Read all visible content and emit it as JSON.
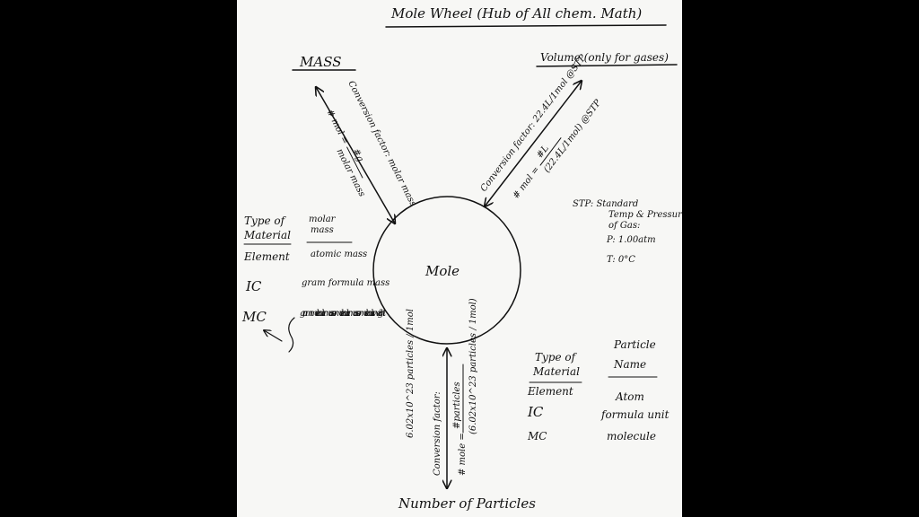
{
  "title": "Mole Wheel (Hub of All chem. Math)",
  "hub": {
    "label": "Mole"
  },
  "nodes": {
    "mass": "MASS",
    "volume": "Volume (only for gases)",
    "particles": "Number of Particles"
  },
  "mass_arm": {
    "factor_label": "Conversion factor: molar mass",
    "formula_left": "# mol =",
    "formula_num": "#g",
    "formula_den": "molar mass"
  },
  "volume_arm": {
    "factor_label": "Conversion factor: 22.4L/1mol @STP",
    "formula_left": "# mol =",
    "formula_num": "#L",
    "formula_den": "(22.4L/1mol) @STP"
  },
  "particles_arm": {
    "factor_left": "6.02x10^23 particles / 1mol",
    "factor_label": "Conversion factor:",
    "formula_left": "# mole =",
    "formula_num": "#particles",
    "formula_den": "(6.02x10^23 particles / 1mol)"
  },
  "stp_note": {
    "line1": "STP: Standard",
    "line2": "Temp & Pressure",
    "line3": "of Gas:",
    "line4": "P: 1.00atm",
    "line5": "T: 0°C"
  },
  "mass_table": {
    "header_left_1": "Type of",
    "header_left_2": "Material",
    "header_right_1": "molar",
    "header_right_2": "mass",
    "rows": [
      {
        "type": "Element",
        "name": "atomic mass"
      },
      {
        "type": "IC",
        "name": "gram formula mass"
      },
      {
        "type": "MC",
        "name": "gram molecular mass or molecular mass or molecular weight"
      }
    ]
  },
  "particle_table": {
    "header_left_1": "Type of",
    "header_left_2": "Material",
    "header_right_1": "Particle",
    "header_right_2": "Name",
    "rows": [
      {
        "type": "Element",
        "name": "Atom"
      },
      {
        "type": "IC",
        "name": "formula unit"
      },
      {
        "type": "MC",
        "name": "molecule"
      }
    ]
  }
}
